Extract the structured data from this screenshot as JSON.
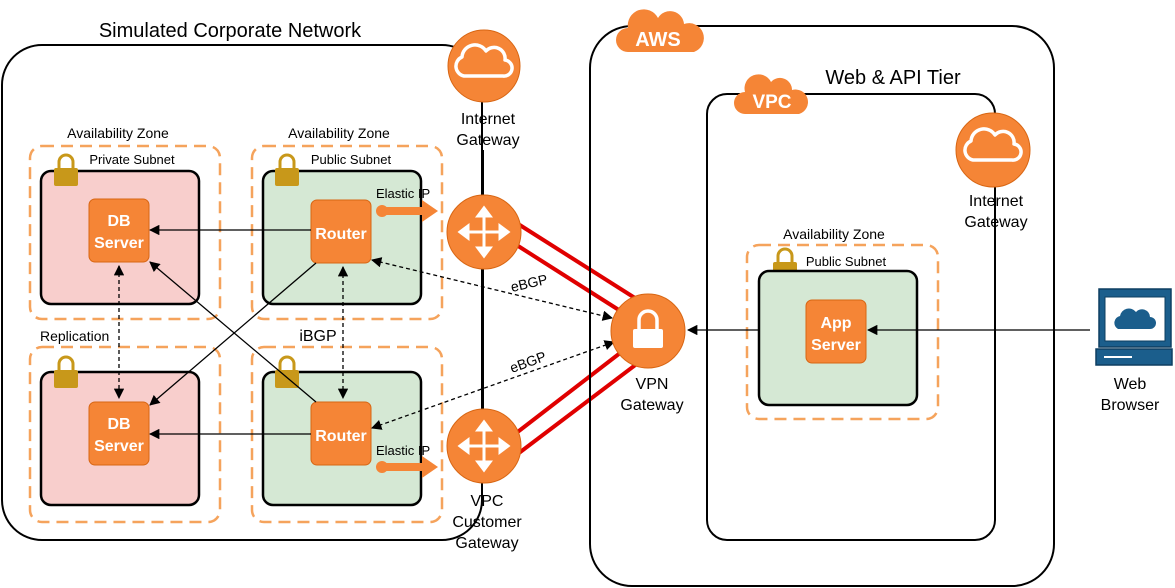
{
  "corporate": {
    "title": "Simulated Corporate Network",
    "az_labels": [
      "Availability Zone",
      "Availability Zone"
    ],
    "private_subnet": "Private Subnet",
    "public_subnet": "Public Subnet",
    "replication": "Replication",
    "ibgp": "iBGP",
    "elastic_ip": "Elastic IP",
    "db_server": [
      "DB",
      "Server"
    ],
    "router": "Router",
    "internet_gateway": [
      "Internet",
      "Gateway"
    ],
    "customer_gateway": [
      "VPC",
      "Customer",
      "Gateway"
    ]
  },
  "aws": {
    "badge": "AWS",
    "vpc_badge": "VPC",
    "tier_title": "Web & API Tier",
    "internet_gateway": [
      "Internet",
      "Gateway"
    ],
    "az_label": "Availability Zone",
    "public_subnet": "Public Subnet",
    "app_server": [
      "App",
      "Server"
    ],
    "vpn_gateway": [
      "VPN",
      "Gateway"
    ]
  },
  "links": {
    "ebgp": "eBGP"
  },
  "client": {
    "web_browser": [
      "Web",
      "Browser"
    ]
  },
  "colors": {
    "orange": "#F58536",
    "orange_dark": "#D86613",
    "private_fill": "#F8CECC",
    "public_fill": "#D5E8D4",
    "vpn_link": "#E00000",
    "browser_blue": "#1B5E8C",
    "dashed_orange": "#F5A35C"
  }
}
